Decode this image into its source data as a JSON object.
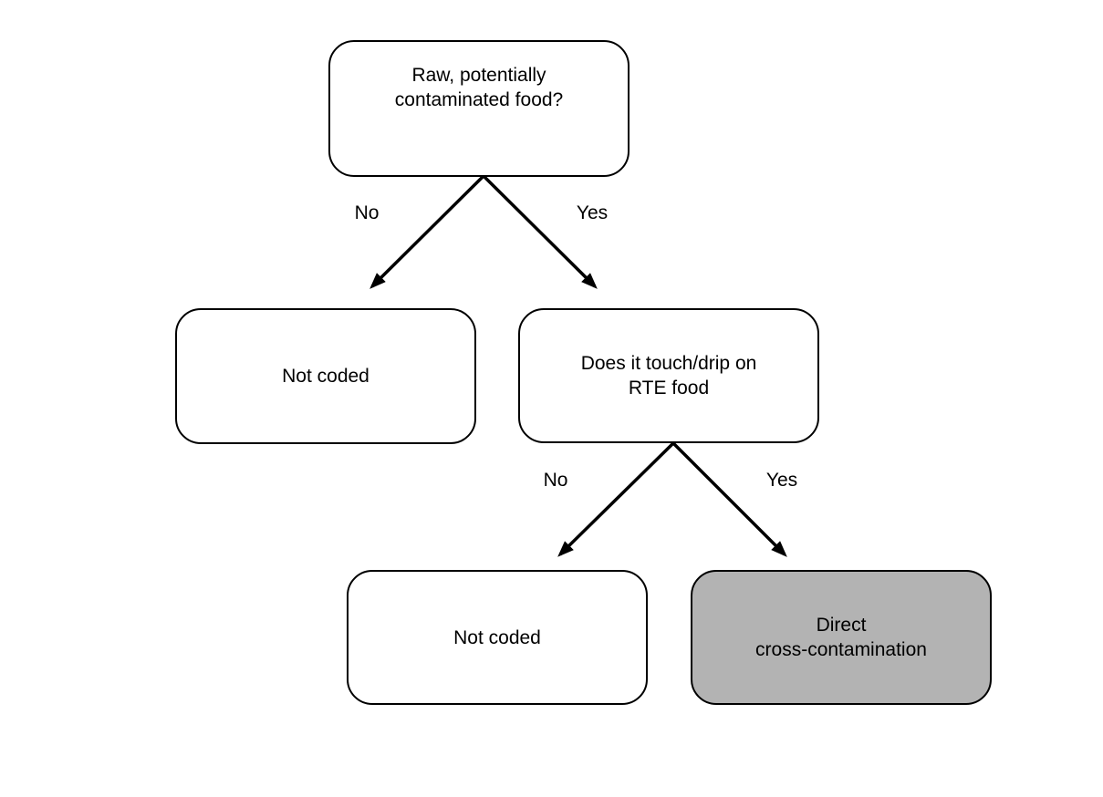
{
  "diagram": {
    "type": "decision-tree-flowchart",
    "nodes": {
      "root": {
        "label": "Raw, potentially\ncontaminated food?",
        "fill": "#ffffff"
      },
      "not_coded_left": {
        "label": "Not coded",
        "fill": "#ffffff"
      },
      "touch_drip": {
        "label": "Does it touch/drip on\nRTE food",
        "fill": "#ffffff"
      },
      "not_coded_bottom": {
        "label": "Not coded",
        "fill": "#ffffff"
      },
      "direct_cross_contamination": {
        "label": "Direct\ncross-contamination",
        "fill": "#b3b3b3"
      }
    },
    "edge_labels": {
      "root_no": "No",
      "root_yes": "Yes",
      "touch_no": "No",
      "touch_yes": "Yes"
    },
    "colors": {
      "stroke": "#000000",
      "text": "#000000",
      "node_fill": "#ffffff",
      "highlight_fill": "#b3b3b3",
      "canvas_bg": "#ffffff"
    }
  }
}
